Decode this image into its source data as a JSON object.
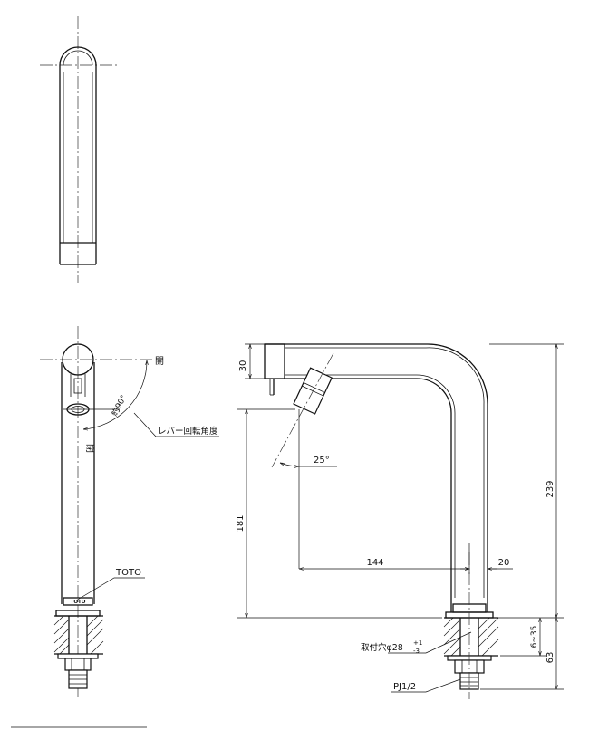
{
  "labels": {
    "open_label": "開",
    "close_label": "閉",
    "angle_phi": "約90°",
    "lever_rotation": "レバー回転角度",
    "brand": "TOTO",
    "brand_mark": "TOTO",
    "mount_hole": "取付穴φ28",
    "tol_plus": "+1",
    "tol_minus": "-3",
    "thread": "PJ1/2"
  },
  "dimensions": {
    "d30": "30",
    "d25deg": "25°",
    "d181": "181",
    "d144": "144",
    "d20": "20",
    "d239": "239",
    "d6_35": "6~35",
    "d63": "63"
  }
}
